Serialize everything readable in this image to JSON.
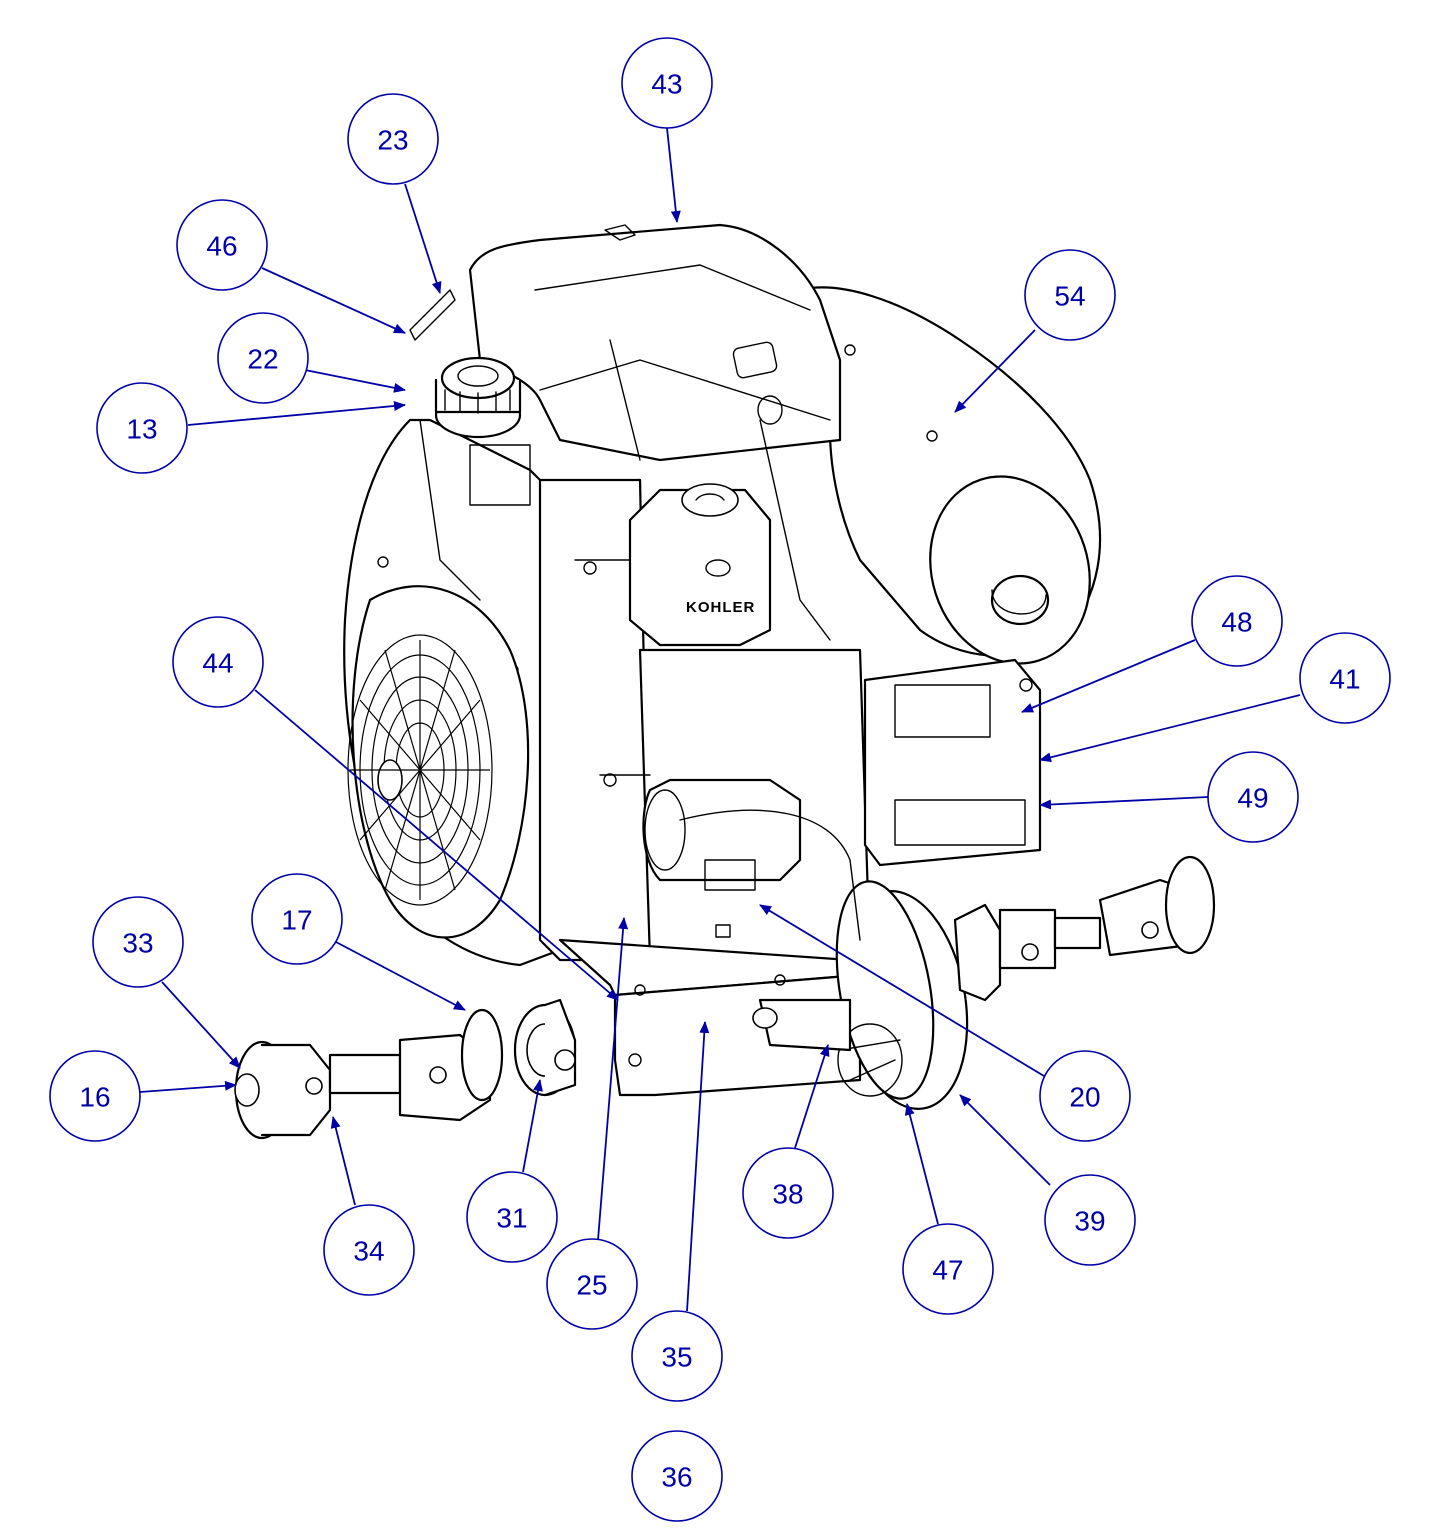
{
  "colors": {
    "callout": "#0000a8",
    "line_art": "#000000",
    "background": "#ffffff"
  },
  "engine_brand": "KOHLER",
  "callouts": [
    {
      "label": "43"
    },
    {
      "label": "23"
    },
    {
      "label": "46"
    },
    {
      "label": "54"
    },
    {
      "label": "22"
    },
    {
      "label": "13"
    },
    {
      "label": "48"
    },
    {
      "label": "44"
    },
    {
      "label": "41"
    },
    {
      "label": "49"
    },
    {
      "label": "33"
    },
    {
      "label": "17"
    },
    {
      "label": "16"
    },
    {
      "label": "20"
    },
    {
      "label": "38"
    },
    {
      "label": "39"
    },
    {
      "label": "31"
    },
    {
      "label": "34"
    },
    {
      "label": "25"
    },
    {
      "label": "47"
    },
    {
      "label": "35"
    },
    {
      "label": "36"
    }
  ]
}
